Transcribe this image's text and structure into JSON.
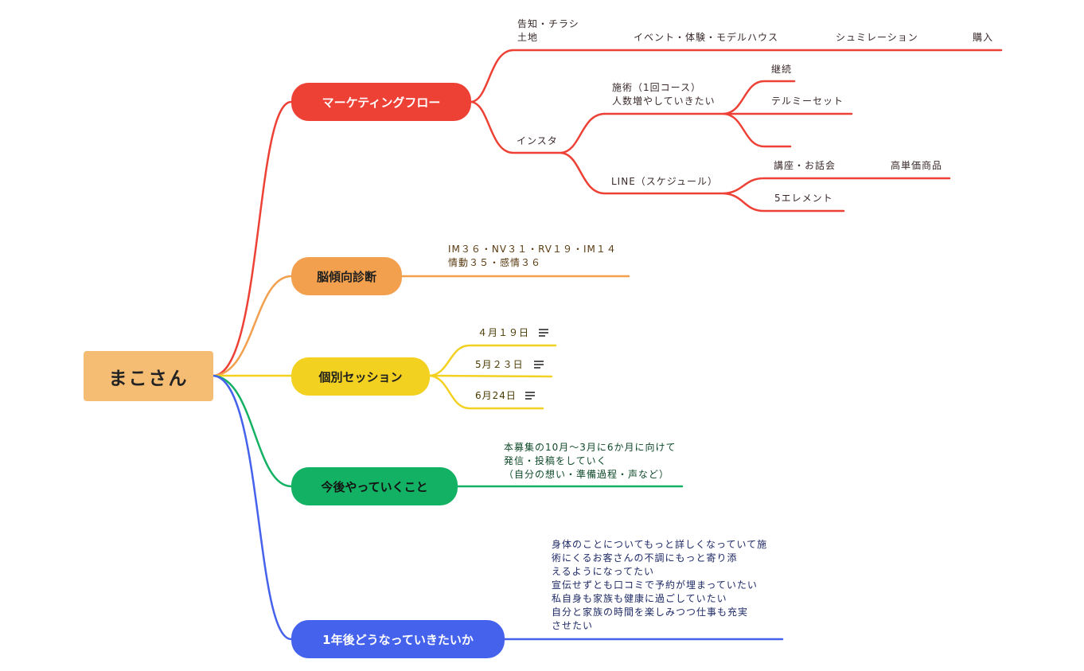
{
  "root": {
    "label": "まこさん"
  },
  "branches": {
    "marketing": {
      "label": "マーケティングフロー",
      "flow_top": "告知・チラシ\n土地",
      "event": "イベント・体験・モデルハウス",
      "simulation": "シュミレーション",
      "purchase": "購入",
      "insta": "インスタ",
      "treatment": "施術（1回コース）\n人数増やしていきたい",
      "continue": "継続",
      "telmy": "テルミーセット",
      "line": "LINE（スケジュール）",
      "lecture": "講座・お話会",
      "high_price": "高単価商品",
      "five_element": "5エレメント"
    },
    "brain": {
      "label": "脳傾向診断",
      "detail": "IM３６・NV３１・RV１９・IM１４\n情動３５・感情３６"
    },
    "session": {
      "label": "個別セッション",
      "dates": [
        "４月１９日",
        "5月２３日",
        "6月24日"
      ]
    },
    "future": {
      "label": "今後やっていくこと",
      "detail": "本募集の10月〜3月に6か月に向けて\n発信・投稿をしていく\n（自分の想い・準備過程・声など）"
    },
    "one_year": {
      "label": "1年後どうなっていきたいか",
      "detail": "身体のことについてもっと詳しくなっていて施\n術にくるお客さんの不調にもっと寄り添\nえるようになってたい\n宣伝せずとも口コミで予約が埋まっていたい\n私自身も家族も健康に過ごしていたい\n自分と家族の時間を楽しみつつ仕事も充実\nさせたい"
    }
  },
  "colors": {
    "red": "#ee4136",
    "orange": "#f3a04e",
    "yellow": "#f2d121",
    "green": "#13b163",
    "blue": "#4562ec",
    "root": "#f5bd74"
  },
  "icons": {
    "note": "note-lines-icon"
  }
}
